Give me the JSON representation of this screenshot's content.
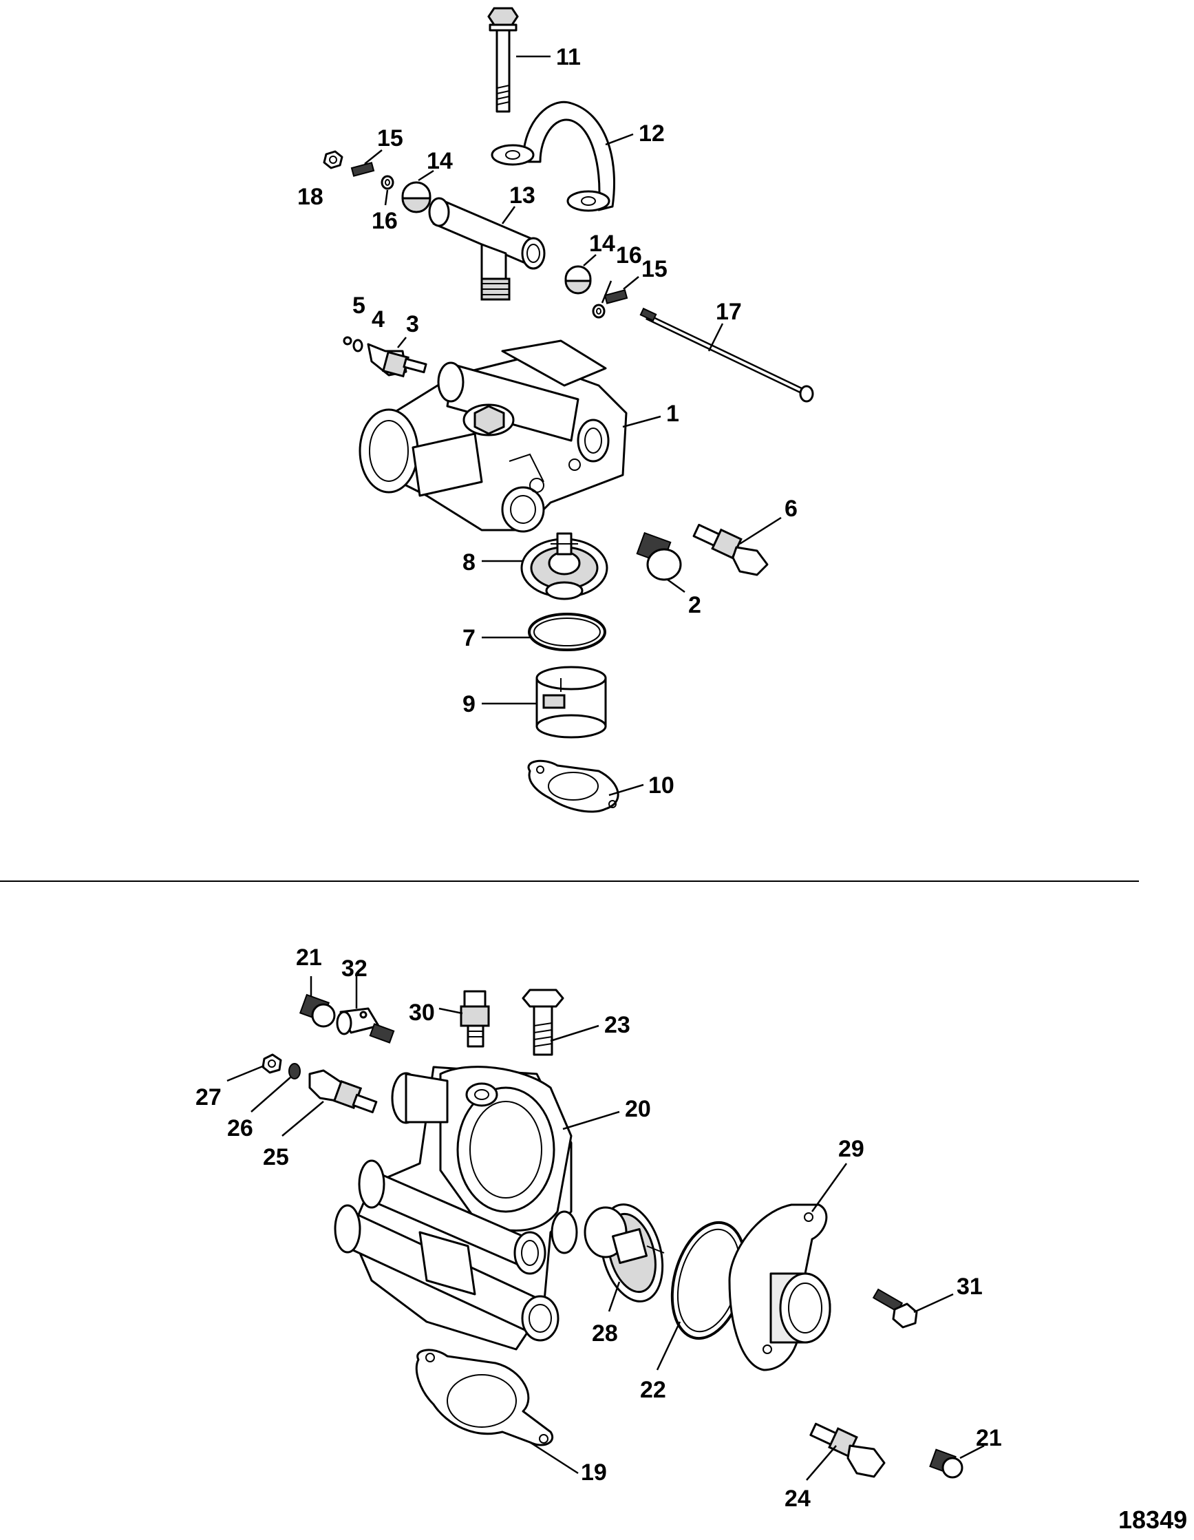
{
  "figure_number": "18349",
  "callouts": [
    {
      "id": "c1",
      "label": "1"
    },
    {
      "id": "c2",
      "label": "2"
    },
    {
      "id": "c3",
      "label": "3"
    },
    {
      "id": "c4",
      "label": "4"
    },
    {
      "id": "c5",
      "label": "5"
    },
    {
      "id": "c6",
      "label": "6"
    },
    {
      "id": "c7",
      "label": "7"
    },
    {
      "id": "c8",
      "label": "8"
    },
    {
      "id": "c9",
      "label": "9"
    },
    {
      "id": "c10",
      "label": "10"
    },
    {
      "id": "c11",
      "label": "11"
    },
    {
      "id": "c12",
      "label": "12"
    },
    {
      "id": "c13",
      "label": "13"
    },
    {
      "id": "c14a",
      "label": "14"
    },
    {
      "id": "c14b",
      "label": "14"
    },
    {
      "id": "c15a",
      "label": "15"
    },
    {
      "id": "c15b",
      "label": "15"
    },
    {
      "id": "c16a",
      "label": "16"
    },
    {
      "id": "c16b",
      "label": "16"
    },
    {
      "id": "c17",
      "label": "17"
    },
    {
      "id": "c18",
      "label": "18"
    },
    {
      "id": "c19",
      "label": "19"
    },
    {
      "id": "c20",
      "label": "20"
    },
    {
      "id": "c21a",
      "label": "21"
    },
    {
      "id": "c21b",
      "label": "21"
    },
    {
      "id": "c22",
      "label": "22"
    },
    {
      "id": "c23",
      "label": "23"
    },
    {
      "id": "c24",
      "label": "24"
    },
    {
      "id": "c25",
      "label": "25"
    },
    {
      "id": "c26",
      "label": "26"
    },
    {
      "id": "c27",
      "label": "27"
    },
    {
      "id": "c28",
      "label": "28"
    },
    {
      "id": "c29",
      "label": "29"
    },
    {
      "id": "c30",
      "label": "30"
    },
    {
      "id": "c31",
      "label": "31"
    },
    {
      "id": "c32",
      "label": "32"
    }
  ]
}
